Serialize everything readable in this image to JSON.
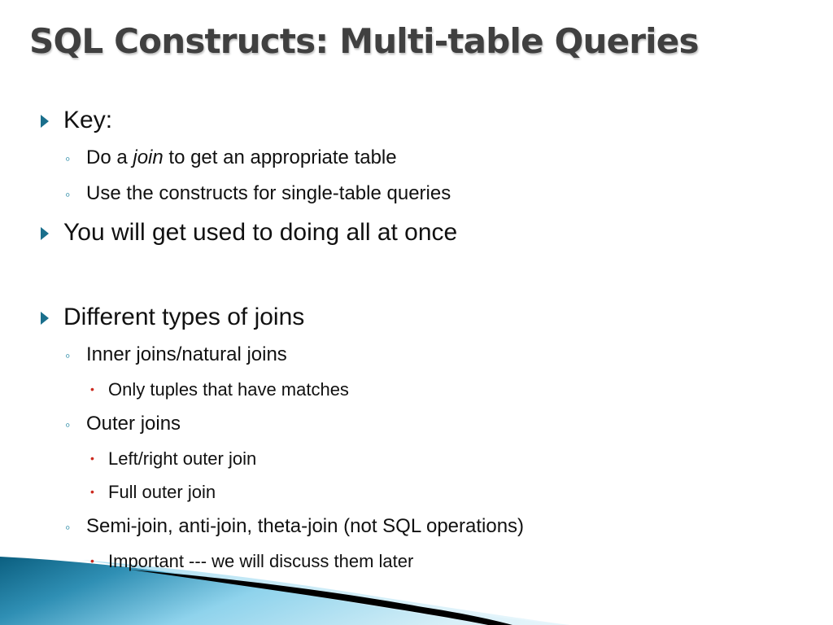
{
  "slide": {
    "title": "SQL Constructs: Multi-table Queries",
    "bullets": [
      {
        "level": 1,
        "text": "Key:"
      },
      {
        "level": 2,
        "text_before": "Do a ",
        "text_em": "join",
        "text_after": " to get an appropriate table"
      },
      {
        "level": 2,
        "text": "Use the constructs for single-table queries"
      },
      {
        "level": 1,
        "text": "You will get used to doing all at once"
      },
      {
        "level": 1,
        "text": "Different types of joins"
      },
      {
        "level": 2,
        "text": "Inner joins/natural joins"
      },
      {
        "level": 3,
        "text": "Only tuples that have matches"
      },
      {
        "level": 2,
        "text": "Outer joins"
      },
      {
        "level": 3,
        "text": "Left/right outer join"
      },
      {
        "level": 3,
        "text": "Full outer join"
      },
      {
        "level": 2,
        "text": "Semi-join, anti-join, theta-join (not SQL operations)"
      },
      {
        "level": 3,
        "text": "Important --- we will discuss them later"
      }
    ],
    "markers": {
      "level1": "triangle-bullet-icon",
      "level2": "circle-bullet-icon",
      "level3": "dot-bullet-icon"
    },
    "colors": {
      "title": "#404040",
      "level1_marker": "#1a6f8c",
      "level2_marker": "#2a8ba6",
      "level3_marker": "#cc2a1f",
      "wave_dark": "#0b5f80",
      "wave_light": "#8fd3ec",
      "stripe": "#000000"
    }
  }
}
